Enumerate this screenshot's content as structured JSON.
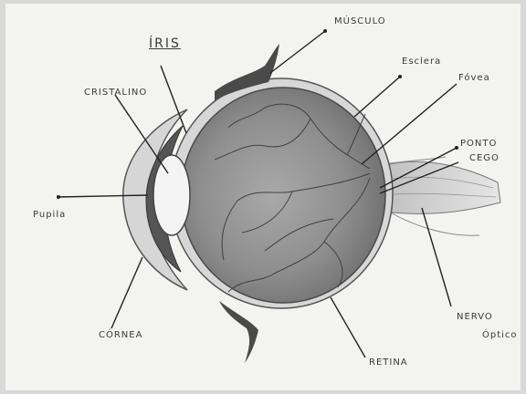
{
  "labels": {
    "musculo": "MÚSCULO",
    "iris": "ÍRIS",
    "cristalino": "CRISTALINO",
    "esclera": "Esclera",
    "fovea": "Fóvea",
    "ponto": "PONTO",
    "cego": "CEGO",
    "pupila": "Pupila",
    "cornea": "CÓRNEA",
    "retina": "RETINA",
    "nervo": "NERVO",
    "optico": "Óptico"
  }
}
